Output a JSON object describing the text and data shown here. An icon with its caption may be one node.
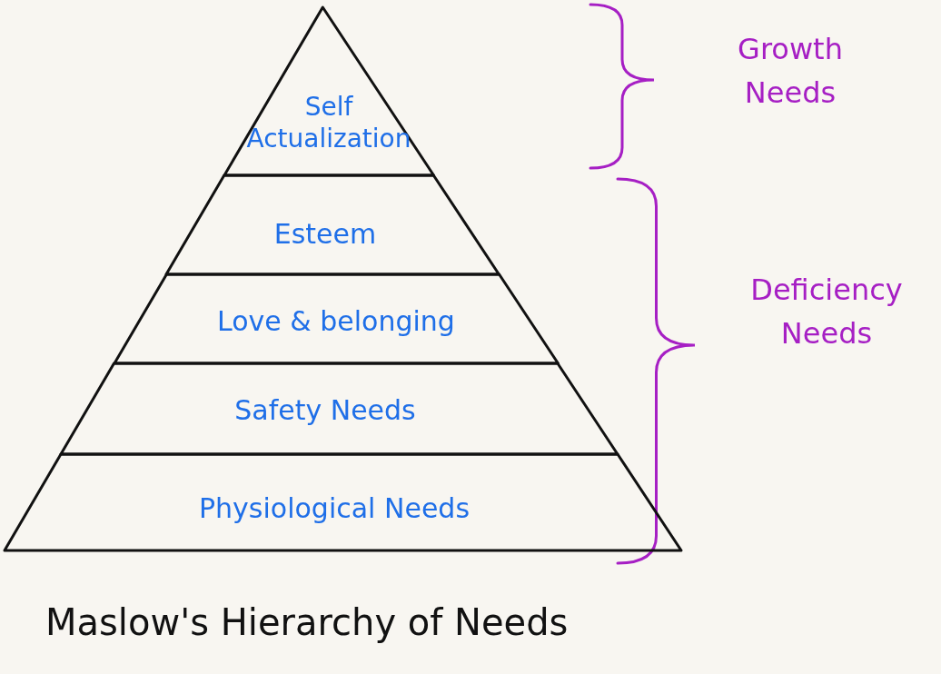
{
  "diagram": {
    "caption": "Maslow's Hierarchy of Needs",
    "nodes": [
      {
        "text": [
          "Self Actualization"
        ]
      },
      {
        "text": [
          "Esteem"
        ]
      },
      {
        "text": [
          "Love & belonging"
        ]
      },
      {
        "text": [
          "Safety Needs"
        ]
      },
      {
        "text": [
          "Physiological Needs"
        ]
      }
    ],
    "labels": [
      "Growth Needs",
      "Deficiency Needs"
    ]
  }
}
